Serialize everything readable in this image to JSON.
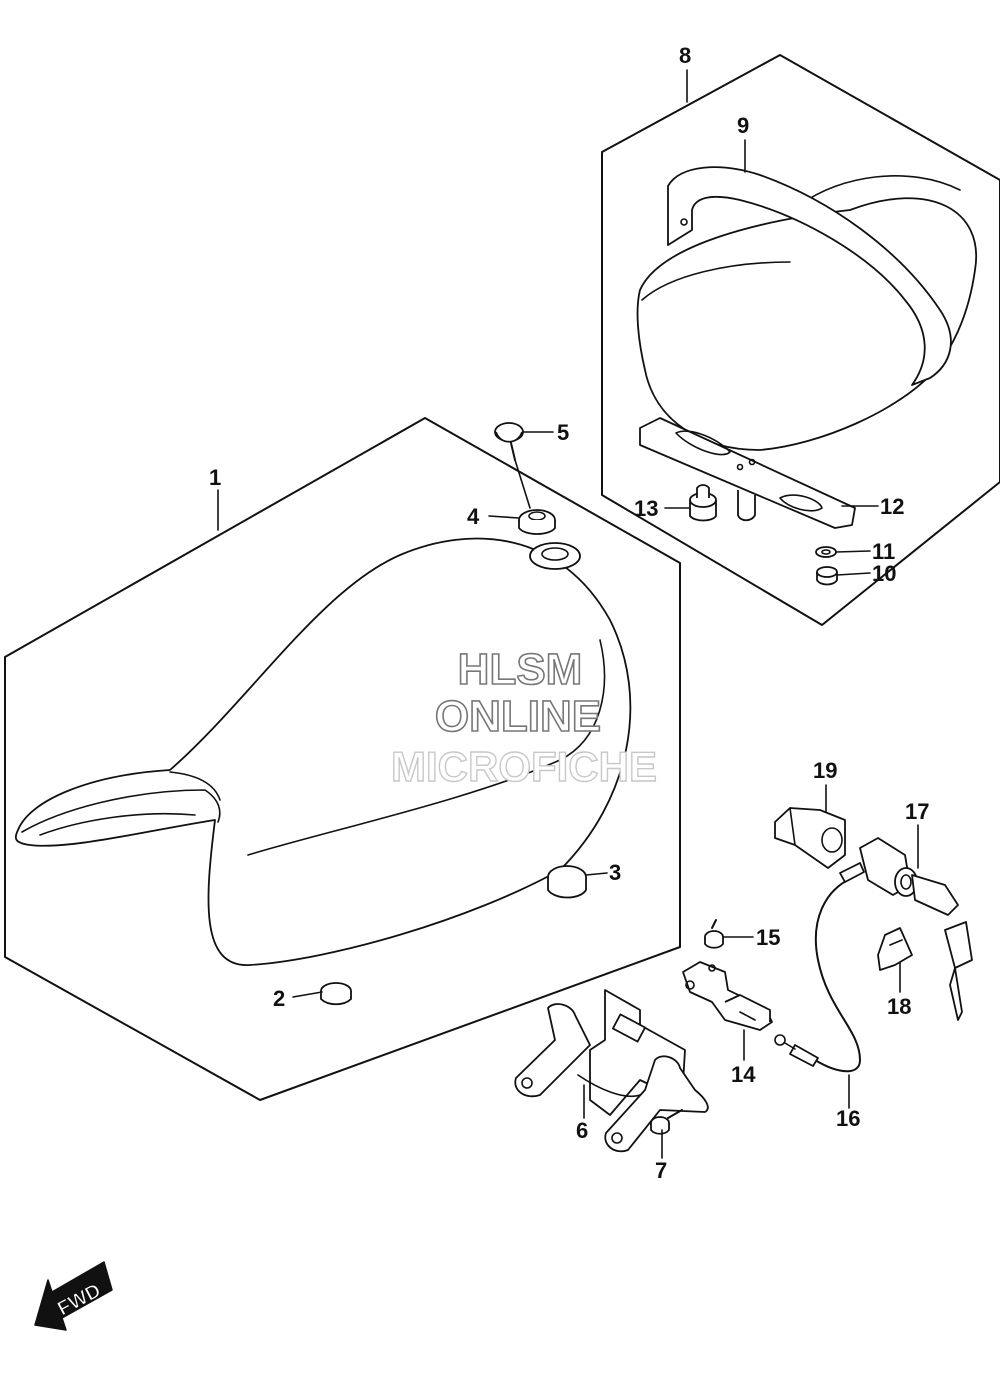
{
  "watermark": {
    "line1": "HLSM",
    "line2": "ONLINE",
    "line3": "MICROFICHE"
  },
  "fwd_label": "FWD",
  "callouts": [
    {
      "id": "1",
      "label": "1"
    },
    {
      "id": "2",
      "label": "2"
    },
    {
      "id": "3",
      "label": "3"
    },
    {
      "id": "4",
      "label": "4"
    },
    {
      "id": "5",
      "label": "5"
    },
    {
      "id": "6",
      "label": "6"
    },
    {
      "id": "7",
      "label": "7"
    },
    {
      "id": "8",
      "label": "8"
    },
    {
      "id": "9",
      "label": "9"
    },
    {
      "id": "10",
      "label": "10"
    },
    {
      "id": "11",
      "label": "11"
    },
    {
      "id": "12",
      "label": "12"
    },
    {
      "id": "13",
      "label": "13"
    },
    {
      "id": "14",
      "label": "14"
    },
    {
      "id": "15",
      "label": "15"
    },
    {
      "id": "16",
      "label": "16"
    },
    {
      "id": "17",
      "label": "17"
    },
    {
      "id": "18",
      "label": "18"
    },
    {
      "id": "19",
      "label": "19"
    }
  ]
}
